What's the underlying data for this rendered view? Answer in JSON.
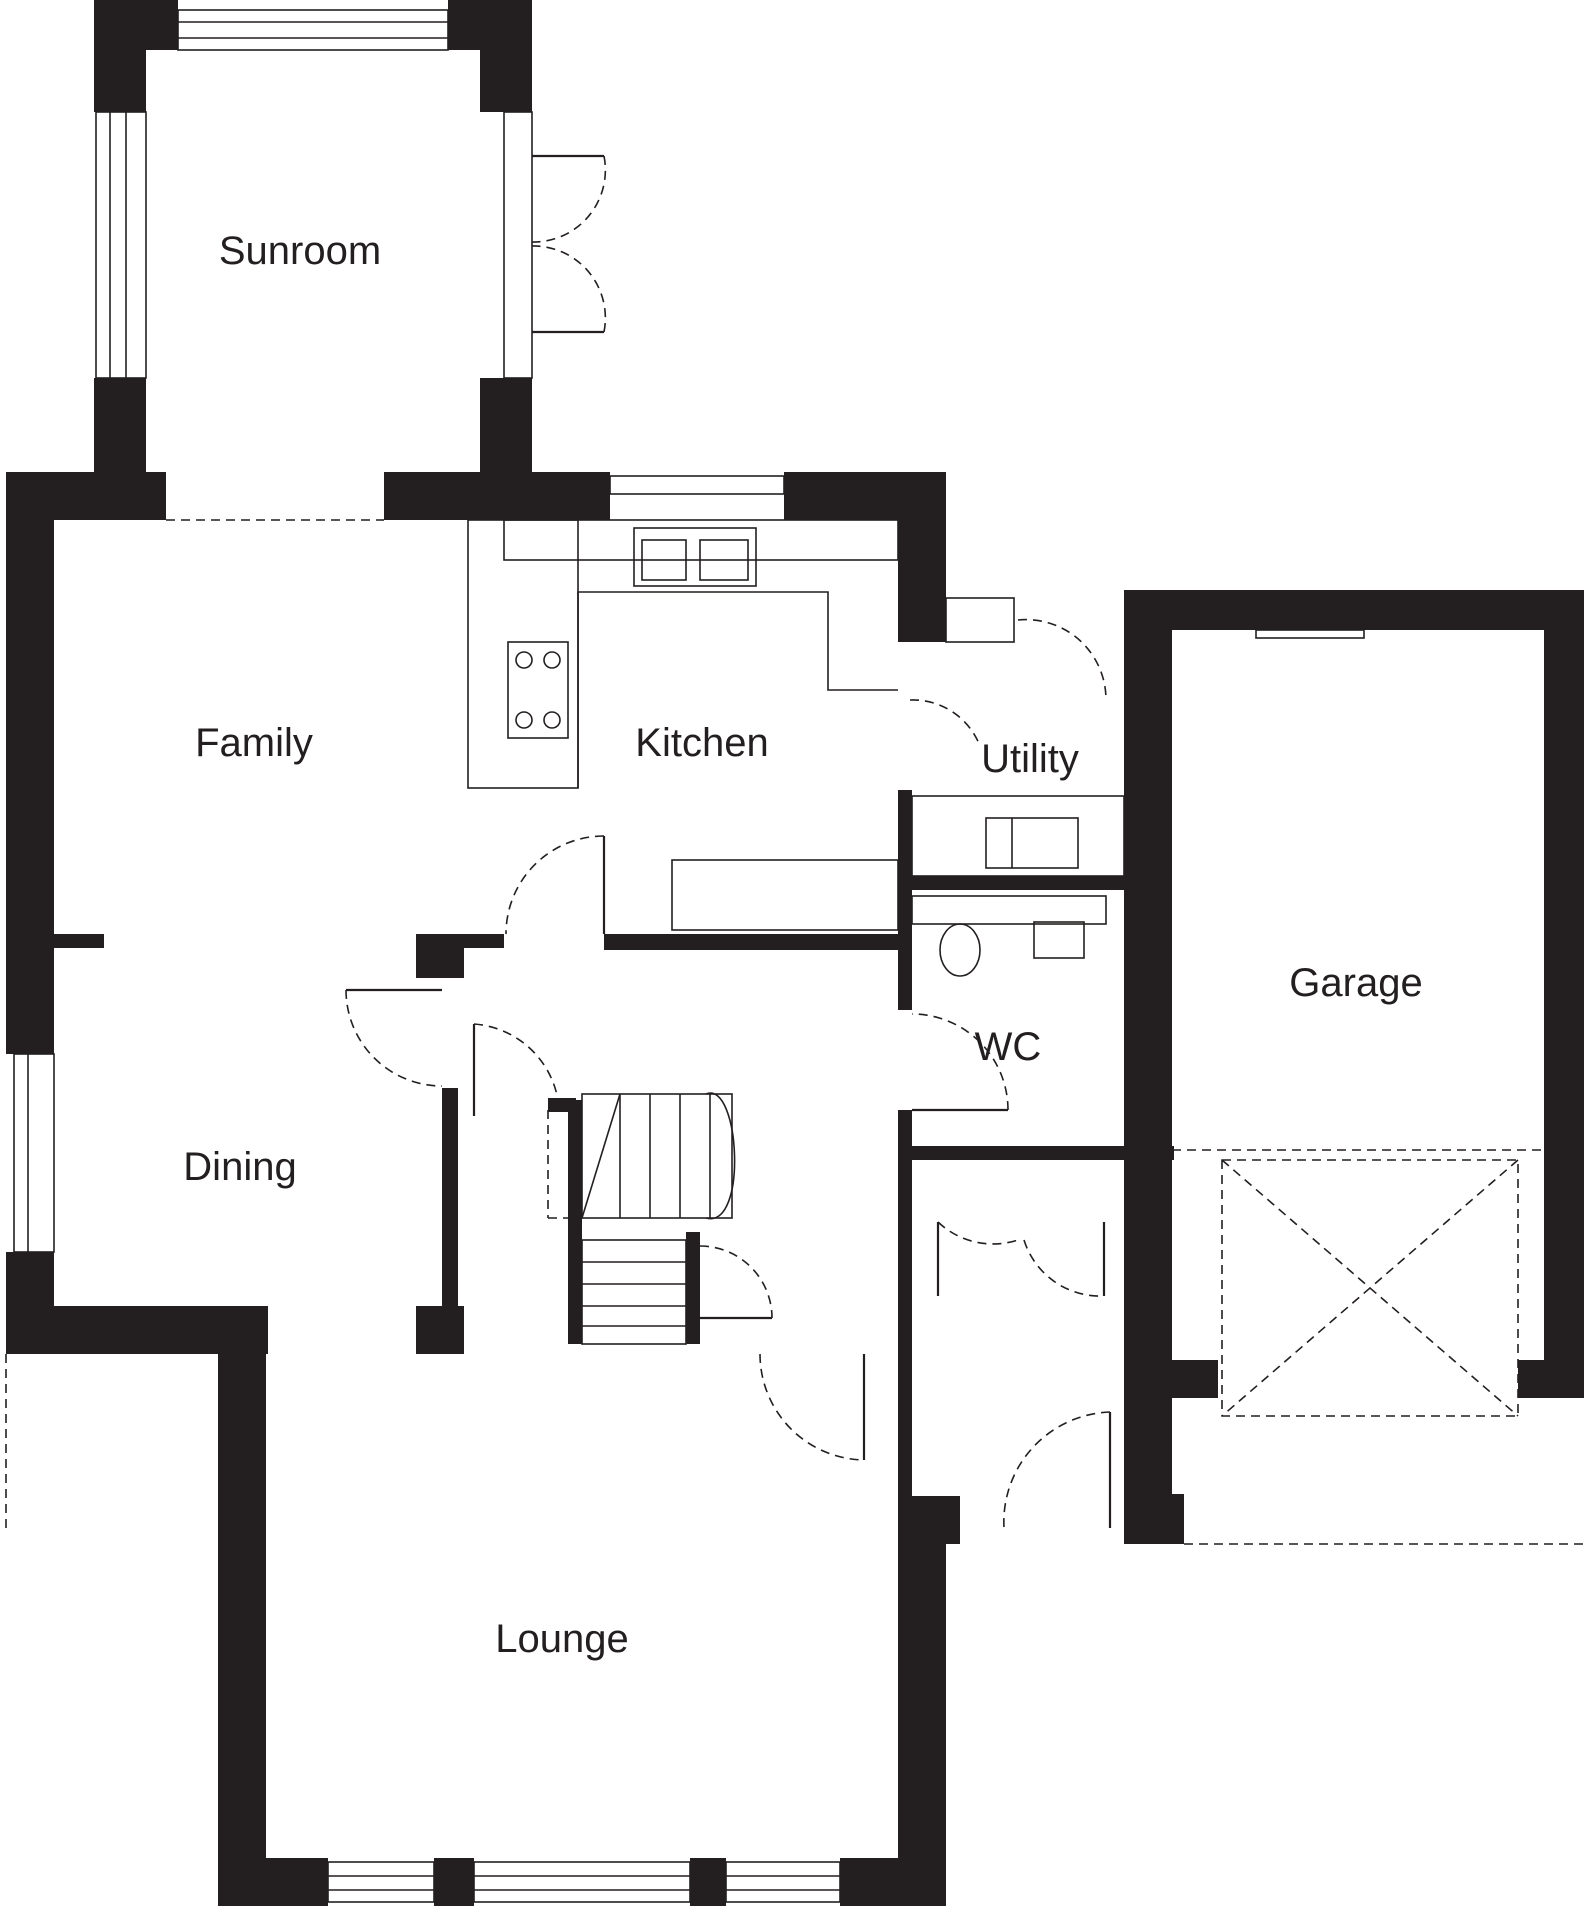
{
  "plan": {
    "rooms": {
      "sunroom": "Sunroom",
      "family": "Family",
      "kitchen": "Kitchen",
      "utility": "Utility",
      "dining": "Dining",
      "wc": "WC",
      "garage": "Garage",
      "lounge": "Lounge"
    }
  },
  "colors": {
    "wall": "#231f20",
    "background": "#ffffff"
  }
}
